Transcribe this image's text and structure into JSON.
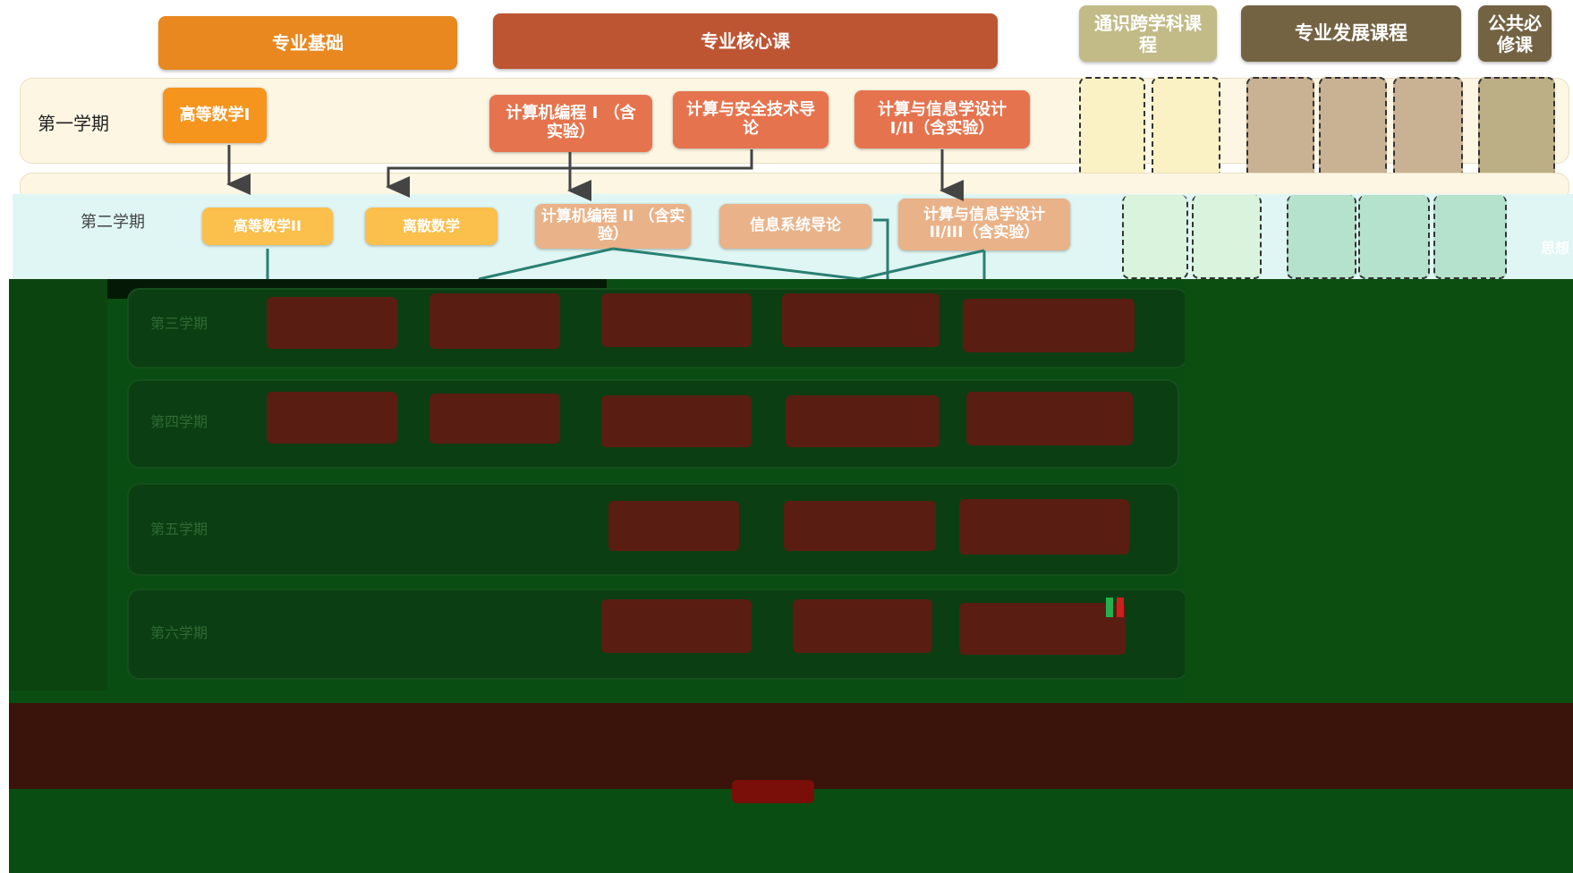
{
  "headers": [
    {
      "label": "专业基础",
      "color": "#e8881f"
    },
    {
      "label": "专业核心课",
      "color": "#bd5533"
    },
    {
      "label": "通识跨学科课程",
      "color": "#c2bb87"
    },
    {
      "label": "专业发展课程",
      "color": "#736343"
    },
    {
      "label": "公共必修课",
      "color": "#736343"
    }
  ],
  "semesters": {
    "s1": "第一学期",
    "s2": "第二学期",
    "s3": "第三学期",
    "s4": "第四学期",
    "s5": "第五学期",
    "s6": "第六学期"
  },
  "courses": {
    "s1_math": "高等数学I",
    "s1_prog": "计算机编程 I （含实验）",
    "s1_sec": "计算与安全技术导论",
    "s1_design": "计算与信息学设计 I/II（含实验）",
    "s2_math": "高等数学II",
    "s2_discrete": "离散数学",
    "s2_prog": "计算机编程 II （含实验）",
    "s2_info": "信息系统导论",
    "s2_design": "计算与信息学设计 II/III（含实验）"
  },
  "side_text": "思想",
  "colors": {
    "foundation": "#f5951e",
    "foundation_light": "#fbbf4c",
    "core": "#e5744e",
    "core_light": "#e9b288",
    "band": "#fdf6e3",
    "dark_bg": "#0a4d12"
  }
}
